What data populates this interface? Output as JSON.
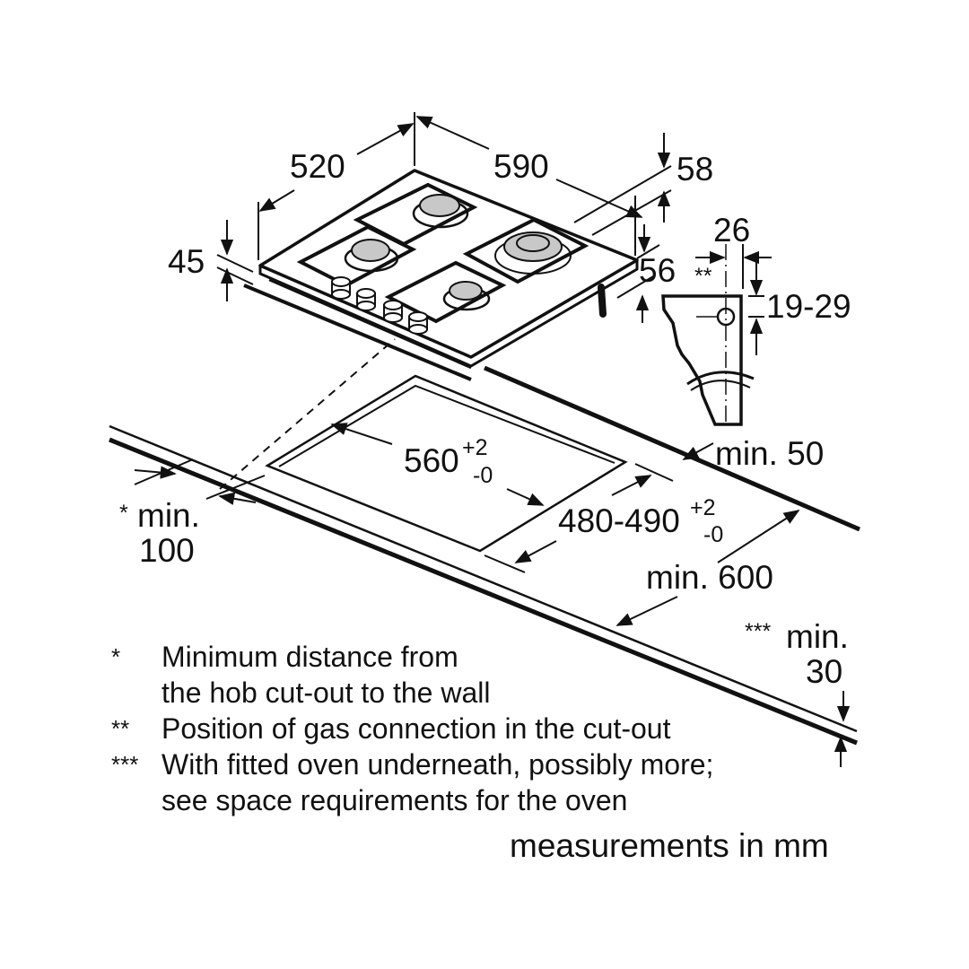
{
  "diagram": {
    "type": "installation dimension drawing",
    "subject": "gas hob with cut-out",
    "dimensions": {
      "depth": "520",
      "width": "590",
      "thickness_front": "45",
      "height_rear_top": "58",
      "height_rear_bottom": "56",
      "gas_offset": "26",
      "gas_offset_mark": "**",
      "gas_height": "19-29",
      "cutout_width": "560",
      "cutout_width_tol_plus": "+2",
      "cutout_width_tol_minus": "-0",
      "cutout_depth": "480-490",
      "cutout_depth_tol_plus": "+2",
      "cutout_depth_tol_minus": "-0",
      "min_rear": "min. 50",
      "min_worktop_depth": "min. 600",
      "min_wall_mark": "*",
      "min_wall_line1": "min.",
      "min_wall_line2": "100",
      "min_thickness_mark": "***",
      "min_thickness_line1": "min.",
      "min_thickness_line2": "30"
    },
    "notes": [
      {
        "mark": "*",
        "lines": [
          "Minimum distance from",
          "the hob cut-out to the wall"
        ]
      },
      {
        "mark": "**",
        "lines": [
          "Position of gas connection in the cut-out"
        ]
      },
      {
        "mark": "***",
        "lines": [
          "With fitted oven underneath, possibly more;",
          "see space requirements for the oven"
        ]
      }
    ],
    "units_label": "measurements in mm",
    "colors": {
      "line": "#111111",
      "burner_fill": "#c8c8c8",
      "background": "#ffffff"
    }
  }
}
